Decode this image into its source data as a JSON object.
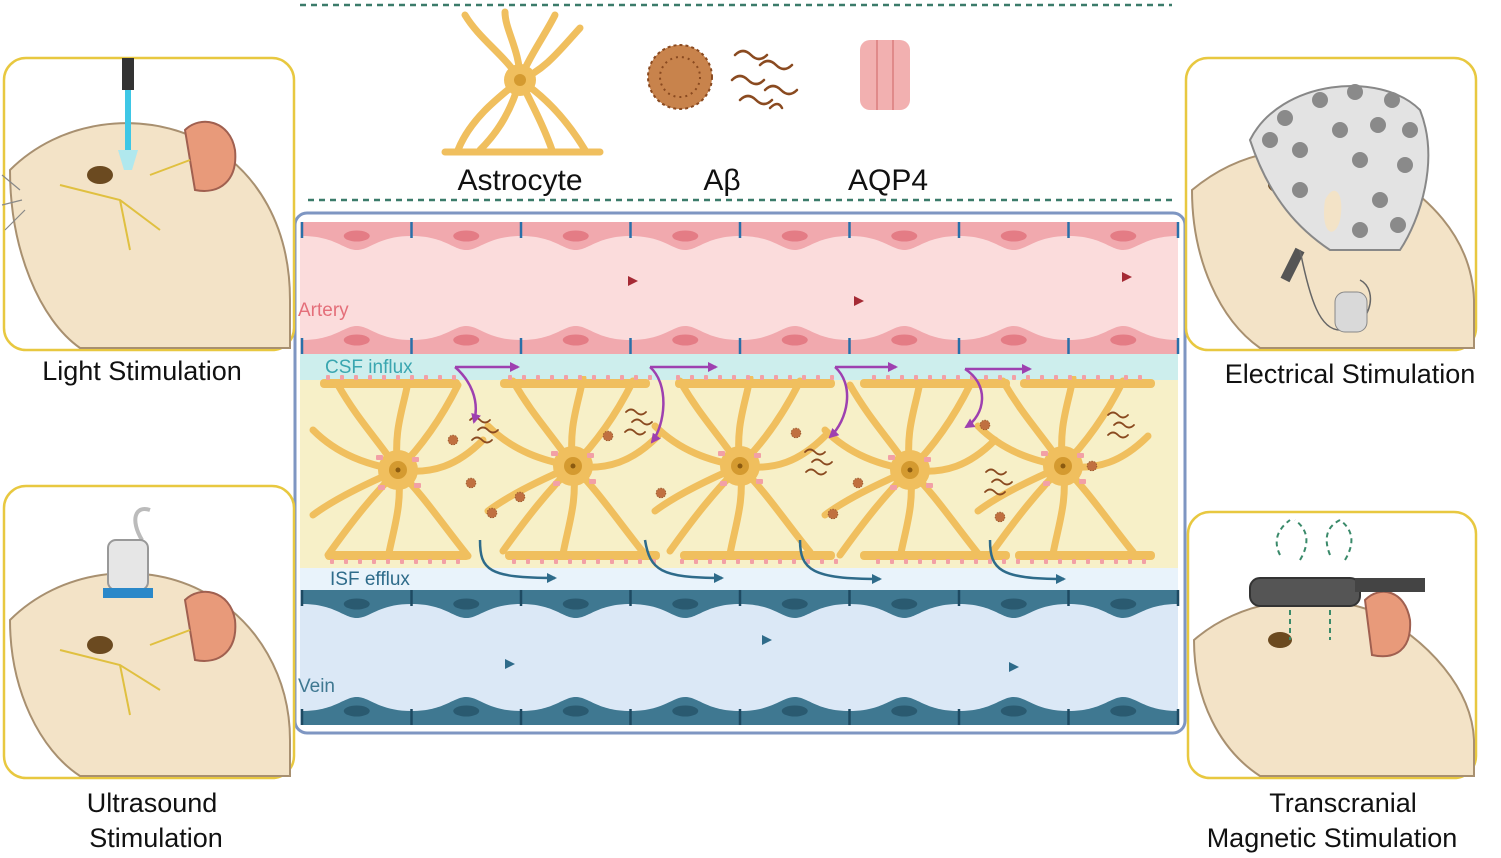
{
  "legend": {
    "astrocyte": "Astrocyte",
    "abeta": "Aβ",
    "aqp4": "AQP4"
  },
  "vessel": {
    "artery": "Artery",
    "csf_influx": "CSF influx",
    "isf_efflux": "ISF efflux",
    "vein": "Vein"
  },
  "panels": {
    "light": [
      "Light Stimulation"
    ],
    "ultrasound": [
      "Ultrasound",
      "Stimulation"
    ],
    "electrical": [
      "Electrical Stimulation"
    ],
    "tms": [
      "Transcranial",
      "Magnetic Stimulation"
    ]
  },
  "colors": {
    "panel_border": "#e8c840",
    "astrocyte": "#f0bf5e",
    "astrocyte_dark": "#d49a30",
    "artery_fill": "#fbdcdc",
    "artery_cell": "#eda0a4",
    "artery_arrow": "#a52a35",
    "csf_band": "#cdeeed",
    "csf_text": "#3aa6b0",
    "parenchyma": "#f7f0c8",
    "vein_fill": "#dbe8f6",
    "vein_cell": "#3f7891",
    "vein_arrow": "#2e6b8a",
    "purple_arrow": "#9e40b0",
    "abeta": "#b5652d",
    "aqp4": "#f2b0b0",
    "frame": "#7e96c2"
  }
}
